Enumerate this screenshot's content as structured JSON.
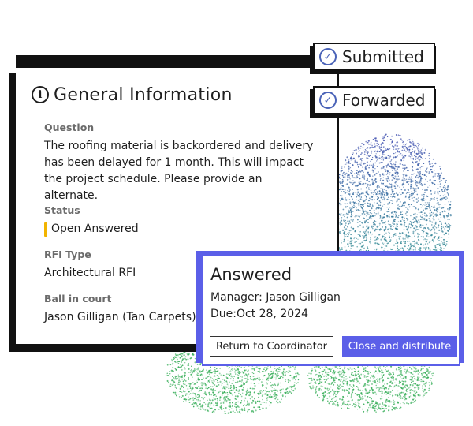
{
  "card": {
    "title": "General Information",
    "icon": "info-icon",
    "question_label": "Question",
    "question_text": "The roofing material is backordered and delivery has been delayed for 1 month. This will impact the project schedule. Please provide an alternate.",
    "status_label": "Status",
    "status_value": "Open Answered",
    "status_color": "#f2b400",
    "rfi_type_label": "RFI Type",
    "rfi_type_value": "Architectural RFI",
    "ball_label": "Ball in court",
    "ball_value": "Jason Gilligan (Tan Carpets)"
  },
  "timeline": {
    "steps": [
      {
        "label": "Submitted",
        "icon": "check-circle-icon"
      },
      {
        "label": "Forwarded",
        "icon": "check-circle-icon"
      }
    ],
    "accent": "#4a63b8"
  },
  "answered": {
    "title": "Answered",
    "manager": "Manager: Jason Gilligan",
    "due": "Due:Oct 28, 2024",
    "return_button": "Return to Coordinator",
    "close_button": "Close and distribute",
    "accent": "#5b5fe8"
  }
}
